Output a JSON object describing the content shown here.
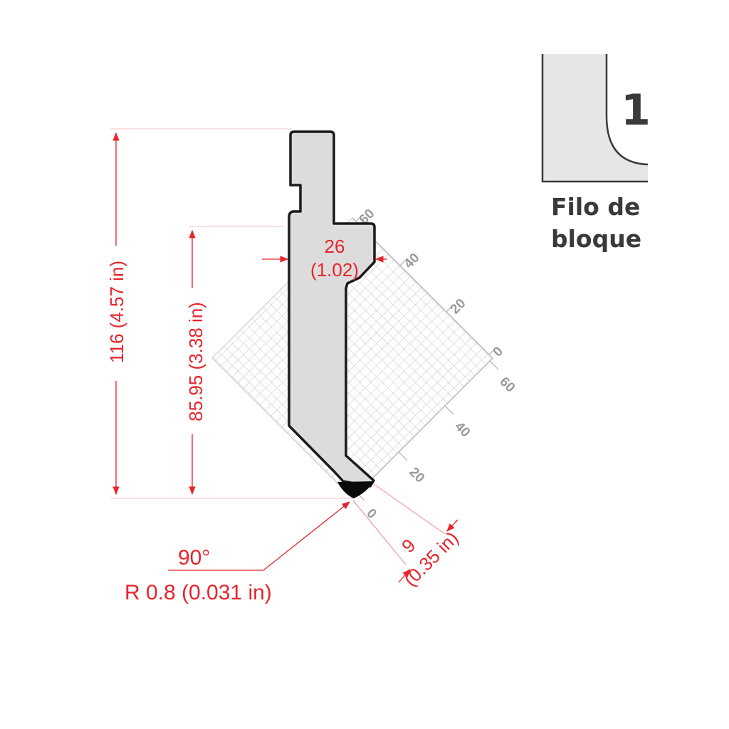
{
  "dimensions": {
    "total_height": "116 (4.57 in)",
    "working_height": "85.95 (3.38 in)",
    "width_value": "26",
    "width_inch": "(1.02)",
    "tip_offset_value": "9",
    "tip_offset_inch": "(0.35 in)",
    "angle": "90°",
    "radius": "R 0.8 (0.031 in)"
  },
  "grid_labels": {
    "upper_right": [
      "60",
      "40",
      "20",
      "0"
    ],
    "lower_right": [
      "60",
      "40",
      "20",
      "0"
    ]
  },
  "legend": {
    "number": "1",
    "label_line1": "Filo de",
    "label_line2": "bloque"
  },
  "colors": {
    "dimension": "#e8242b",
    "tool_fill": "#dcdcdc",
    "tool_outline": "#1a1a1a",
    "grid": "#c4c4c4",
    "grid_label": "#9a9a9a",
    "legend_fill": "#e6e6e6"
  }
}
